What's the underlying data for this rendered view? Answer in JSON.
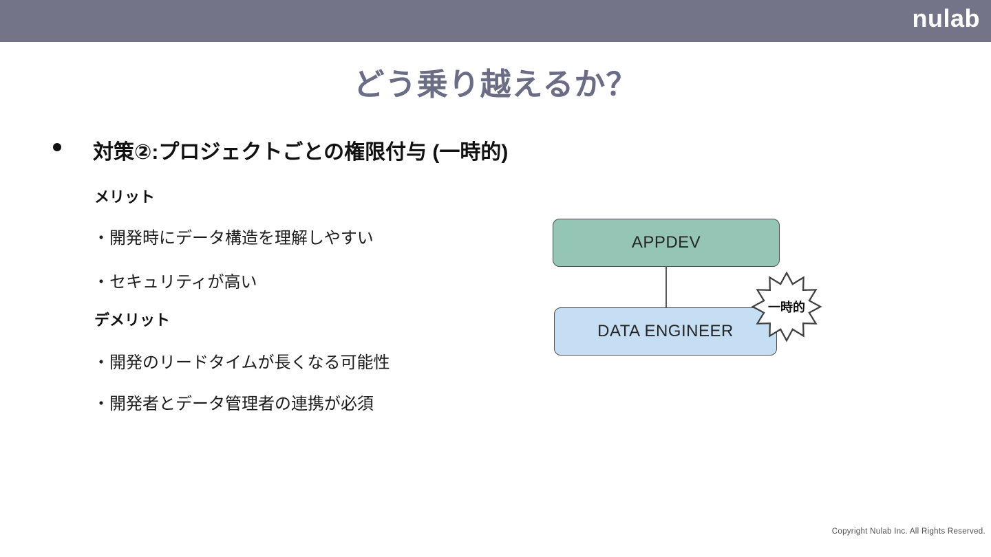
{
  "header": {
    "logo_text": "nulab",
    "bg_color": "#737488"
  },
  "slide": {
    "title": "どう乗り越えるか？",
    "title_color": "#6b6d85",
    "bullet_text": "対策②:プロジェクトごとの権限付与 (一時的)",
    "merit_heading": "メリット",
    "merit_items": [
      "・開発時にデータ構造を理解しやすい",
      "・セキュリティが高い"
    ],
    "demerit_heading": "デメリット",
    "demerit_items": [
      "・開発のリードタイムが長くなる可能性",
      "・開発者とデータ管理者の連携が必須"
    ]
  },
  "diagram": {
    "top_box_label": "APPDEV",
    "top_box_fill": "#95c5b5",
    "bottom_box_label": "DATA ENGINEER",
    "bottom_box_fill": "#c6def3",
    "burst_label": "一時的",
    "connector_color": "#5a5a5a"
  },
  "footer": {
    "copyright": "Copyright Nulab Inc. All Rights Reserved."
  }
}
